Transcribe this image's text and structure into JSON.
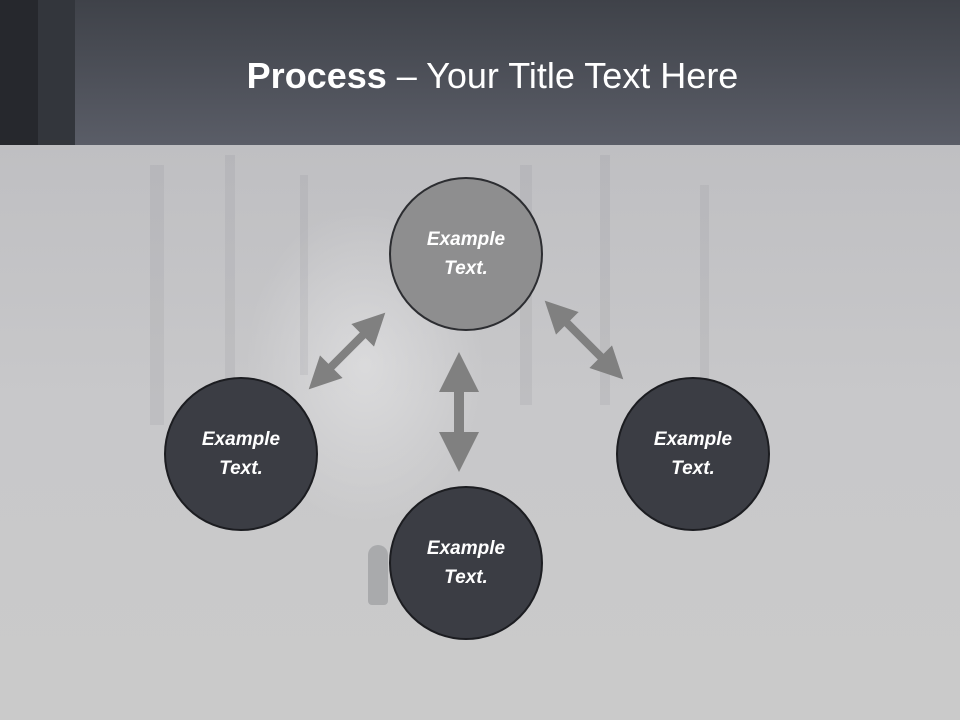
{
  "header": {
    "title_bold": "Process",
    "title_rest": " – Your Title Text Here"
  },
  "nodes": {
    "top": "Example Text.",
    "left": "Example Text.",
    "right": "Example Text.",
    "bottom": "Example Text."
  },
  "colors": {
    "header_dark": "#3f4249",
    "node_dark": "#3b3d44",
    "node_light": "#8e8e8f",
    "arrow": "#808080"
  }
}
